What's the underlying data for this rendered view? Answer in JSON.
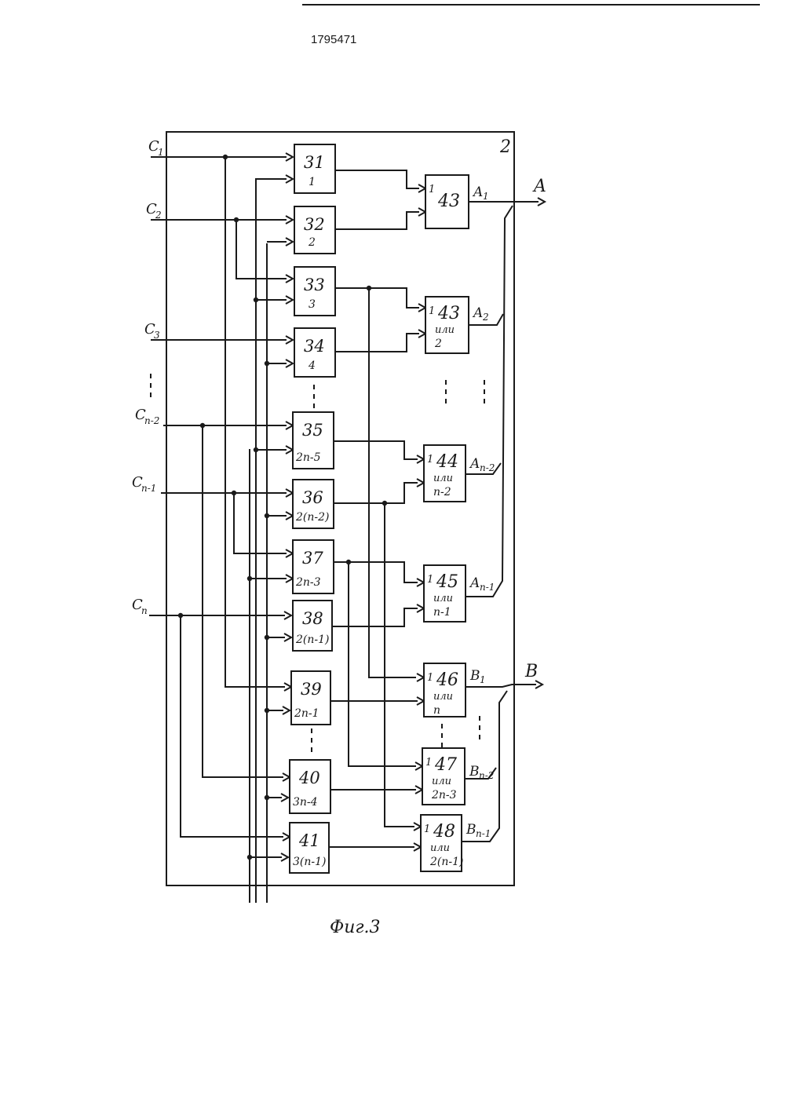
{
  "header": {
    "patent_number": "1795471"
  },
  "figure": {
    "caption": "Фиг.3",
    "block_label": "2",
    "inputs": [
      "C1",
      "C2",
      "C3",
      "Cn-2",
      "Cn-1",
      "Cn"
    ],
    "outputs": {
      "A": "A",
      "B": "B"
    },
    "and_elements": [
      {
        "id": "31",
        "sub": "1"
      },
      {
        "id": "32",
        "sub": "2"
      },
      {
        "id": "33",
        "sub": "3"
      },
      {
        "id": "34",
        "sub": "4"
      },
      {
        "id": "35",
        "sub": "2n-5"
      },
      {
        "id": "36",
        "sub": "2(n-2)"
      },
      {
        "id": "37",
        "sub": "2n-3"
      },
      {
        "id": "38",
        "sub": "2(n-1)"
      },
      {
        "id": "39",
        "sub": "2n-1"
      },
      {
        "id": "40",
        "sub": "3n-4"
      },
      {
        "id": "41",
        "sub": "3(n-1)"
      }
    ],
    "or_elements": [
      {
        "id": "43",
        "l1": "",
        "l2": "",
        "out": "A1"
      },
      {
        "id": "43",
        "l1": "или",
        "l2": "2",
        "out": "A2"
      },
      {
        "id": "44",
        "l1": "или",
        "l2": "n-2",
        "out": "An-2"
      },
      {
        "id": "45",
        "l1": "или",
        "l2": "n-1",
        "out": "An-1"
      },
      {
        "id": "46",
        "l1": "или",
        "l2": "n",
        "out": "B1"
      },
      {
        "id": "47",
        "l1": "или",
        "l2": "2n-3",
        "out": "Bn-2"
      },
      {
        "id": "48",
        "l1": "или",
        "l2": "2(n-1)",
        "out": "Bn-1"
      }
    ],
    "or_input_marker": "1"
  }
}
